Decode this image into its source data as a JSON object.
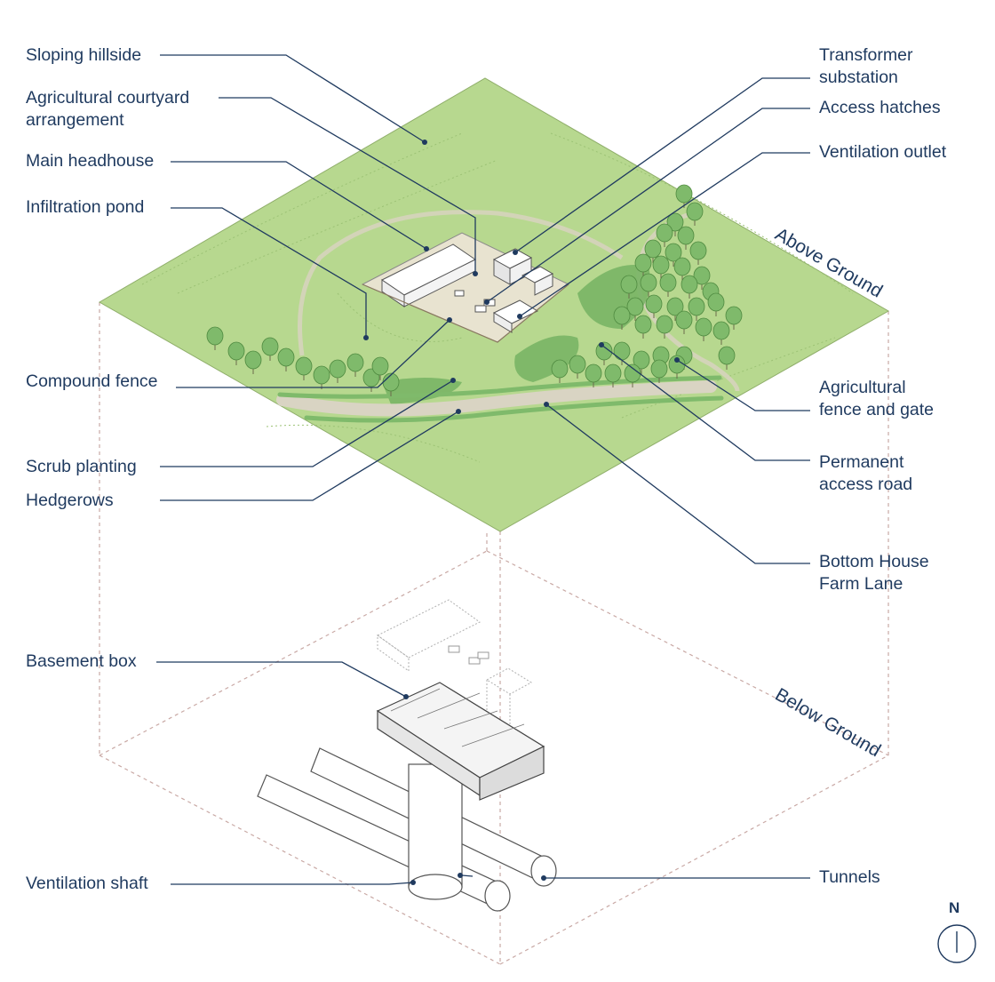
{
  "labels": {
    "sloping_hillside": "Sloping hillside",
    "courtyard": "Agricultural courtyard\narrangement",
    "headhouse": "Main headhouse",
    "pond": "Infiltration pond",
    "compound_fence": "Compound fence",
    "scrub": "Scrub planting",
    "hedgerows": "Hedgerows",
    "basement": "Basement box",
    "vent_shaft": "Ventilation shaft",
    "transformer": "Transformer\nsubstation",
    "hatches": "Access hatches",
    "vent_outlet": "Ventilation outlet",
    "ag_fence": "Agricultural\nfence and gate",
    "access_road": "Permanent\naccess road",
    "farm_lane": "Bottom House\nFarm Lane",
    "tunnels": "Tunnels"
  },
  "sections": {
    "above": "Above Ground",
    "below": "Below Ground"
  },
  "north": "N",
  "colors": {
    "label": "#1f3a5f",
    "ground": "#b7d88f",
    "trees": "#7fba6b",
    "dashed": "#c9a9a5"
  }
}
